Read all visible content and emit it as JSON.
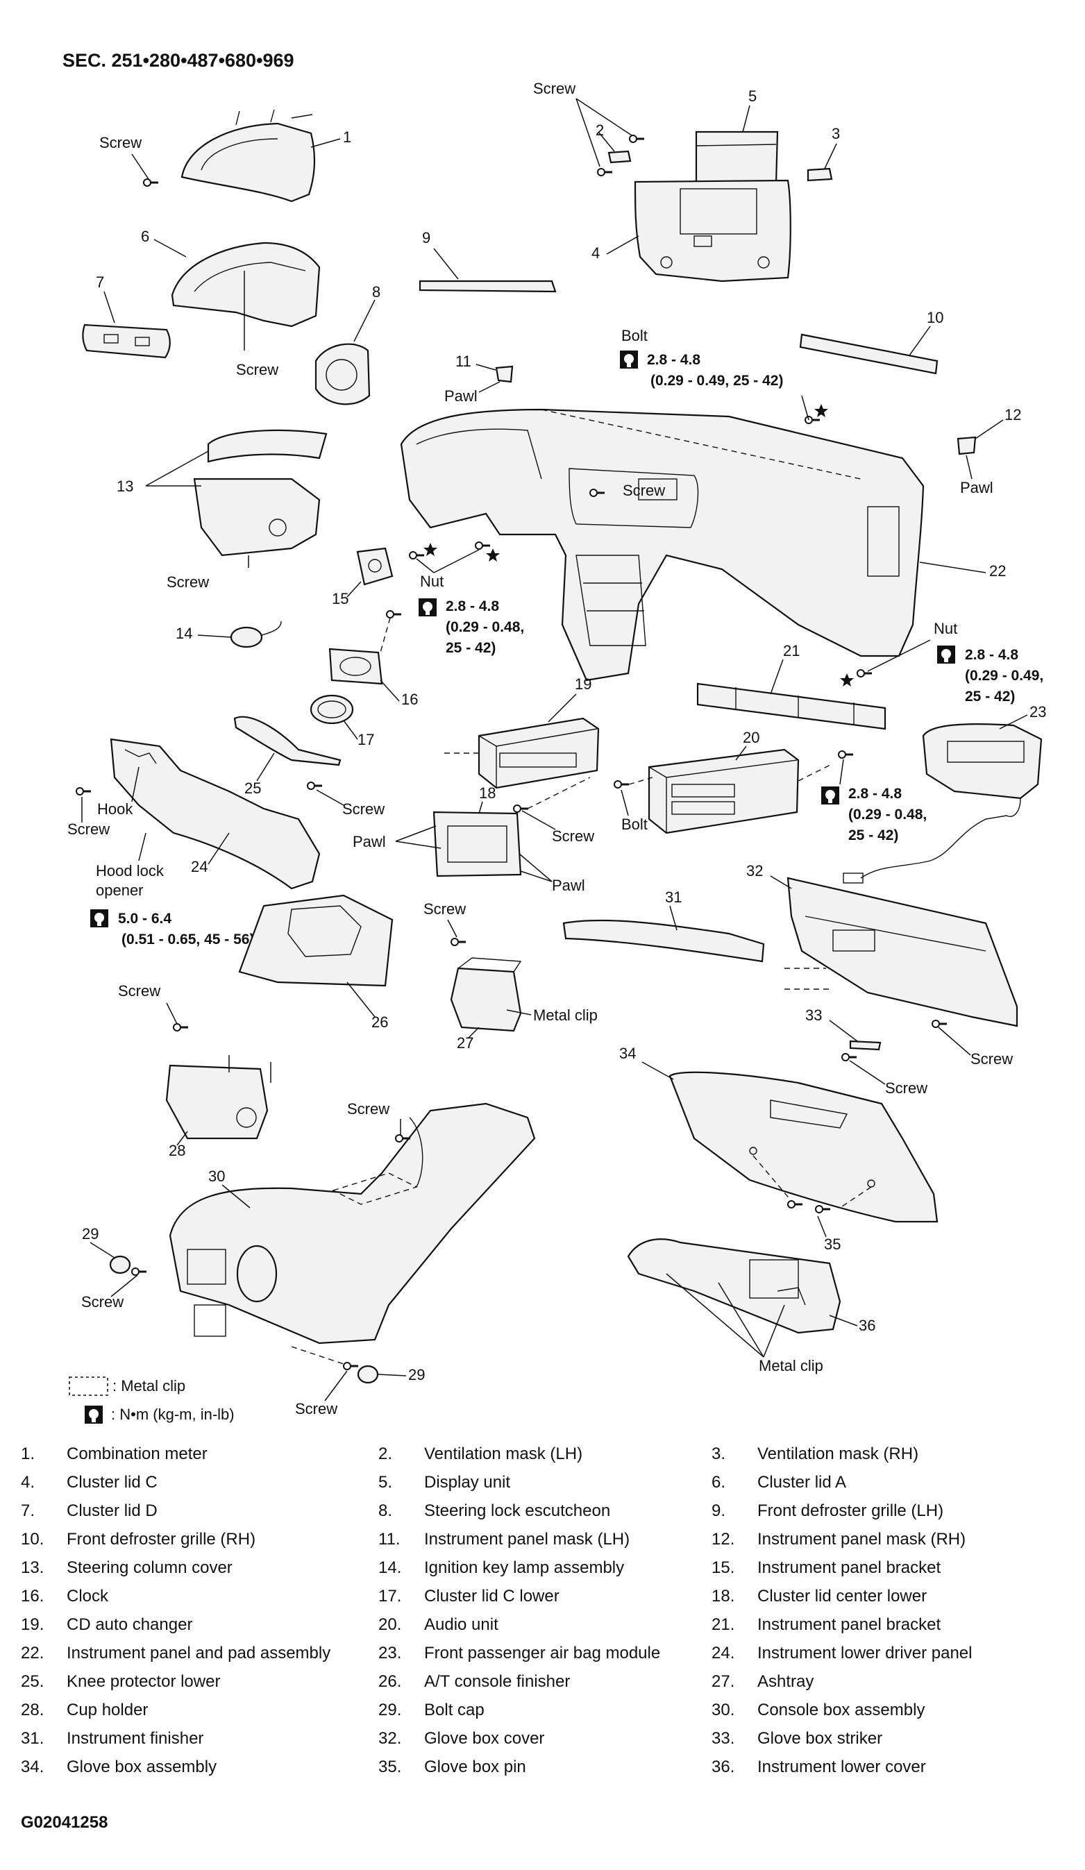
{
  "header": "SEC. 251•280•487•680•969",
  "figure_id": "G02041258",
  "labels": {
    "screw": "Screw",
    "bolt": "Bolt",
    "nut": "Nut",
    "pawl": "Pawl",
    "hook": "Hook",
    "hood_lock_opener_1": "Hood lock",
    "hood_lock_opener_2": "opener",
    "metal_clip": "Metal clip"
  },
  "torque_specs": {
    "spec_a_1": "2.8 - 4.8",
    "spec_a_2": "(0.29 - 0.49, 25 - 42)",
    "spec_b_1": "2.8 - 4.8",
    "spec_b_2": "(0.29 - 0.48,",
    "spec_b_3": "25 - 42)",
    "spec_c_1": "2.8 - 4.8",
    "spec_c_2": "(0.29 - 0.49,",
    "spec_c_3": "25 - 42)",
    "spec_d_1": "2.8 - 4.8",
    "spec_d_2": "(0.29 - 0.48,",
    "spec_d_3": "25 - 42)",
    "spec_e_1": "5.0 - 6.4",
    "spec_e_2": "(0.51 - 0.65, 45 - 56)"
  },
  "callouts": {
    "c1": "1",
    "c2": "2",
    "c3": "3",
    "c4": "4",
    "c5": "5",
    "c6": "6",
    "c7": "7",
    "c8": "8",
    "c9": "9",
    "c10": "10",
    "c11": "11",
    "c12": "12",
    "c13": "13",
    "c14": "14",
    "c15": "15",
    "c16": "16",
    "c17": "17",
    "c18": "18",
    "c19": "19",
    "c20": "20",
    "c21": "21",
    "c22": "22",
    "c23": "23",
    "c24": "24",
    "c25": "25",
    "c26": "26",
    "c27": "27",
    "c28": "28",
    "c29": "29",
    "c30": "30",
    "c31": "31",
    "c32": "32",
    "c33": "33",
    "c34": "34",
    "c35": "35",
    "c36": "36"
  },
  "key": {
    "metal_clip_note": ": Metal clip",
    "torque_unit_note": ": N•m (kg-m, in-lb)"
  },
  "parts": [
    {
      "num": "1.",
      "name": "Combination meter"
    },
    {
      "num": "2.",
      "name": "Ventilation mask (LH)"
    },
    {
      "num": "3.",
      "name": "Ventilation mask (RH)"
    },
    {
      "num": "4.",
      "name": "Cluster lid C"
    },
    {
      "num": "5.",
      "name": "Display unit"
    },
    {
      "num": "6.",
      "name": "Cluster lid A"
    },
    {
      "num": "7.",
      "name": "Cluster lid D"
    },
    {
      "num": "8.",
      "name": "Steering lock escutcheon"
    },
    {
      "num": "9.",
      "name": "Front defroster grille (LH)"
    },
    {
      "num": "10.",
      "name": "Front defroster grille (RH)"
    },
    {
      "num": "11.",
      "name": "Instrument panel mask (LH)"
    },
    {
      "num": "12.",
      "name": "Instrument panel mask (RH)"
    },
    {
      "num": "13.",
      "name": "Steering column cover"
    },
    {
      "num": "14.",
      "name": "Ignition key lamp assembly"
    },
    {
      "num": "15.",
      "name": "Instrument panel bracket"
    },
    {
      "num": "16.",
      "name": "Clock"
    },
    {
      "num": "17.",
      "name": "Cluster lid C lower"
    },
    {
      "num": "18.",
      "name": "Cluster lid center lower"
    },
    {
      "num": "19.",
      "name": "CD auto changer"
    },
    {
      "num": "20.",
      "name": "Audio unit"
    },
    {
      "num": "21.",
      "name": "Instrument panel bracket"
    },
    {
      "num": "22.",
      "name": "Instrument panel and pad assembly"
    },
    {
      "num": "23.",
      "name": "Front passenger air bag module"
    },
    {
      "num": "24.",
      "name": "Instrument lower driver panel"
    },
    {
      "num": "25.",
      "name": "Knee protector lower"
    },
    {
      "num": "26.",
      "name": "A/T console finisher"
    },
    {
      "num": "27.",
      "name": "Ashtray"
    },
    {
      "num": "28.",
      "name": "Cup holder"
    },
    {
      "num": "29.",
      "name": "Bolt cap"
    },
    {
      "num": "30.",
      "name": "Console box assembly"
    },
    {
      "num": "31.",
      "name": "Instrument finisher"
    },
    {
      "num": "32.",
      "name": "Glove box cover"
    },
    {
      "num": "33.",
      "name": "Glove box striker"
    },
    {
      "num": "34.",
      "name": "Glove box assembly"
    },
    {
      "num": "35.",
      "name": "Glove box pin"
    },
    {
      "num": "36.",
      "name": "Instrument lower cover"
    }
  ]
}
